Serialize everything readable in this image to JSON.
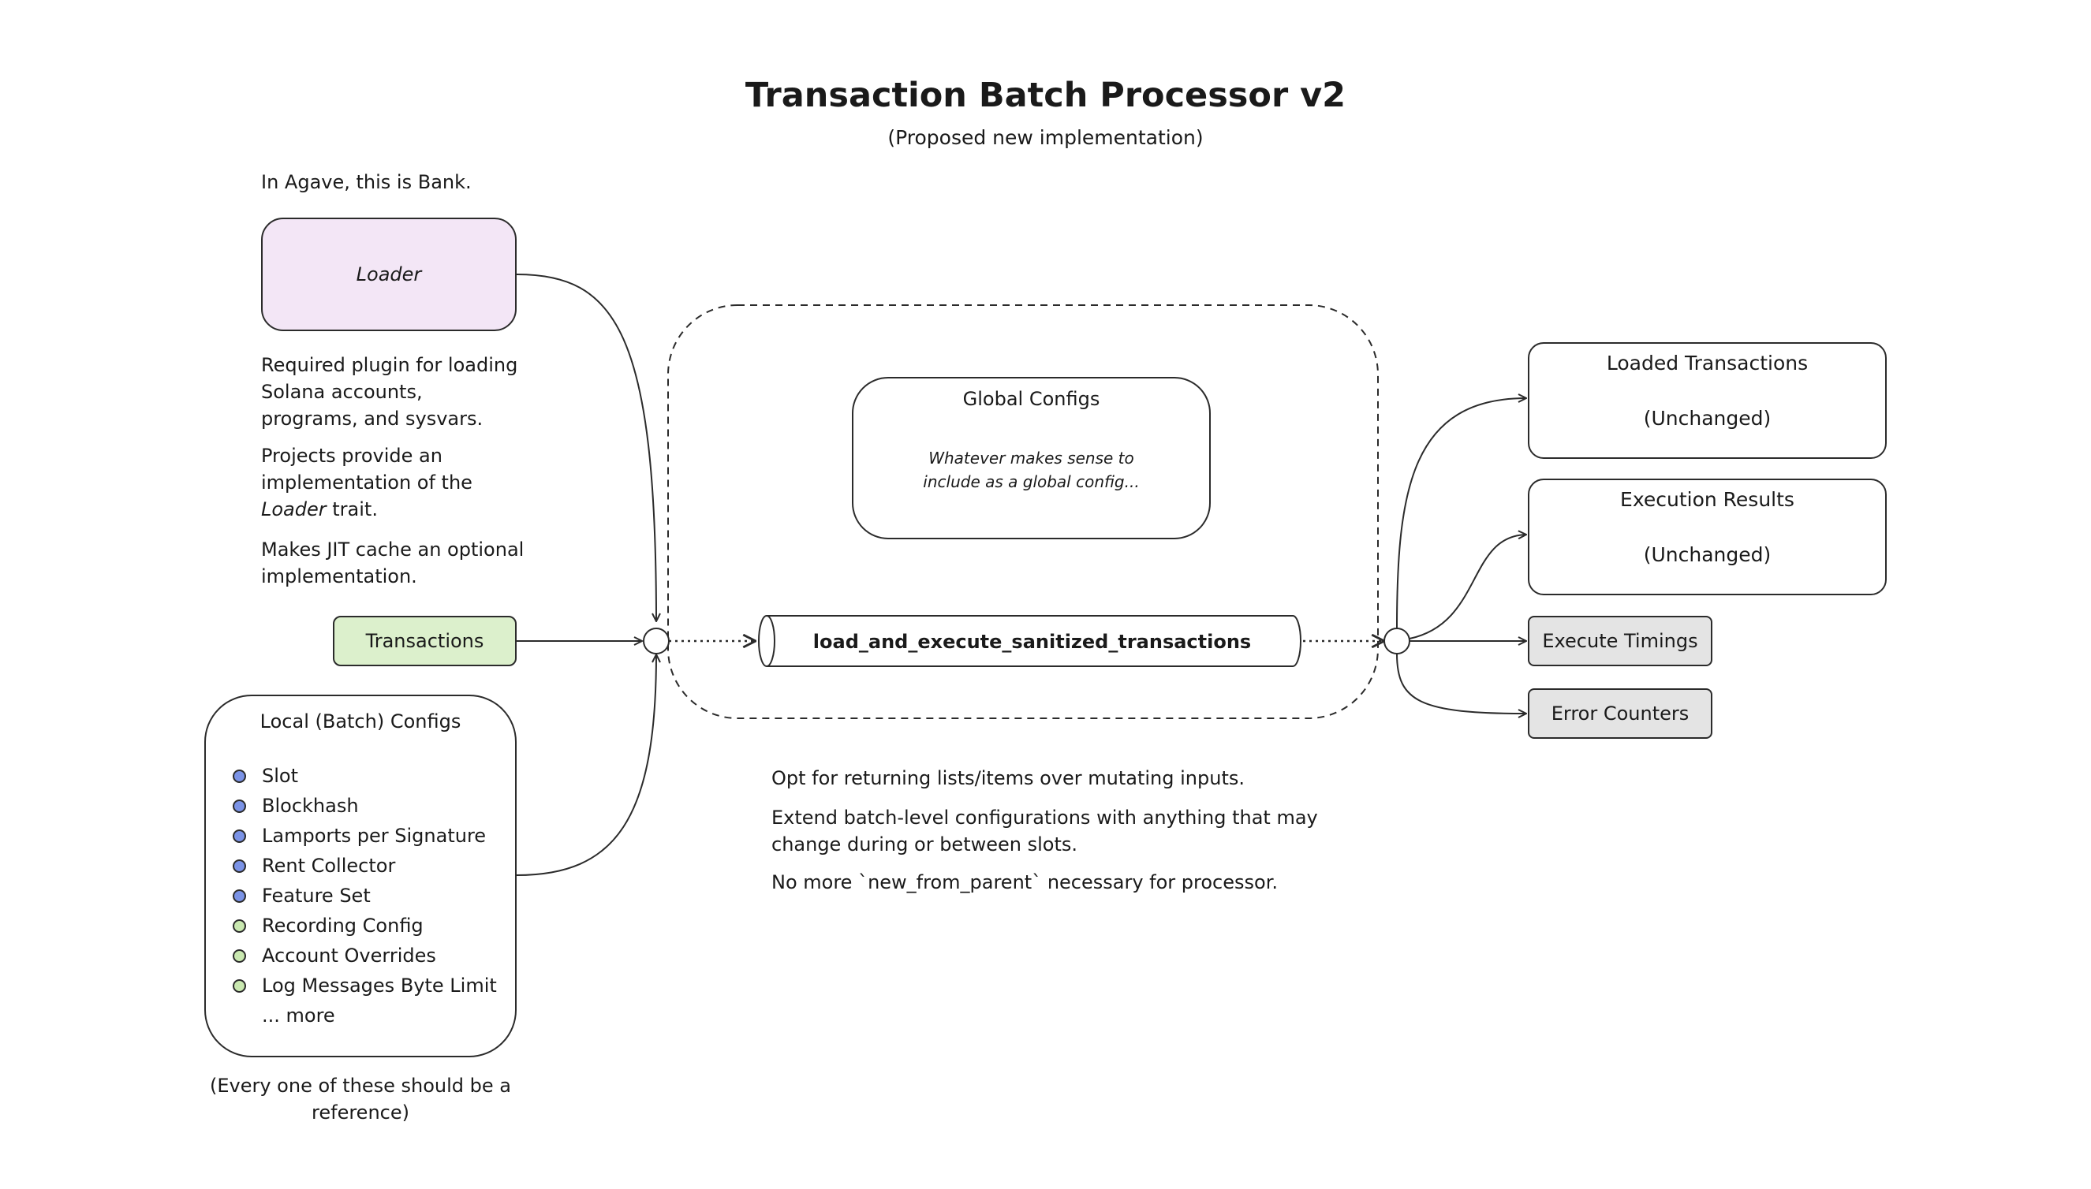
{
  "title": "Transaction Batch Processor v2",
  "subtitle": "(Proposed new implementation)",
  "agave_note": "In Agave, this is Bank.",
  "loader": {
    "label": "Loader",
    "note1": "Required plugin for loading Solana accounts, programs, and sysvars.",
    "note2_before": "Projects provide an implementation of the",
    "note2_italic": "Loader",
    "note2_after": " trait.",
    "note3": "Makes JIT cache an optional implementation."
  },
  "transactions": {
    "label": "Transactions"
  },
  "local_configs": {
    "title": "Local (Batch) Configs",
    "items": [
      {
        "label": "Slot",
        "color": "#7b93e6"
      },
      {
        "label": "Blockhash",
        "color": "#7b93e6"
      },
      {
        "label": "Lamports per Signature",
        "color": "#7b93e6"
      },
      {
        "label": "Rent Collector",
        "color": "#7b93e6"
      },
      {
        "label": "Feature Set",
        "color": "#7b93e6"
      },
      {
        "label": "Recording Config",
        "color": "#c9e8b0"
      },
      {
        "label": "Account Overrides",
        "color": "#c9e8b0"
      },
      {
        "label": "Log Messages Byte Limit",
        "color": "#c9e8b0"
      }
    ],
    "more": "... more",
    "footnote": "(Every one of these should be a reference)"
  },
  "global_configs": {
    "title": "Global Configs",
    "desc_line1": "Whatever makes sense to",
    "desc_line2": "include as a global config..."
  },
  "function_name": "load_and_execute_sanitized_transactions",
  "notes": {
    "n1": "Opt for returning lists/items over mutating inputs.",
    "n2": "Extend batch-level configurations with anything that may change during or between slots.",
    "n3": "No more `new_from_parent` necessary for processor."
  },
  "outputs": {
    "loaded": {
      "line1": "Loaded Transactions",
      "line2": "(Unchanged)"
    },
    "results": {
      "line1": "Execution Results",
      "line2": "(Unchanged)"
    },
    "timings": "Execute Timings",
    "errors": "Error Counters"
  }
}
